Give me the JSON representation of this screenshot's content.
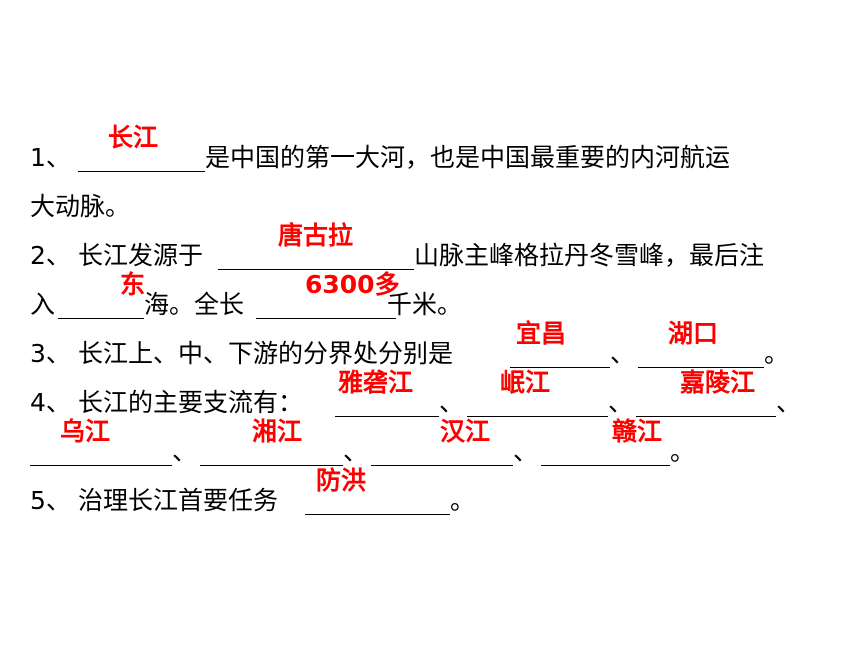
{
  "answer_color": "#ff0000",
  "q1": {
    "num": "1、",
    "text_a": "是中国的第一大河，也是中国最重要的内河航运",
    "text_b": "大动脉。",
    "answer": "长江"
  },
  "q2": {
    "num": "2、",
    "text_a": "长江发源于",
    "text_b": "山脉主峰格拉丹冬雪峰，最后注",
    "answer_mountain": "唐古拉",
    "text_c": "入",
    "text_d": "海。全长",
    "text_e": "千米。",
    "answer_sea": "东",
    "answer_length": "6300多"
  },
  "q3": {
    "num": "3、",
    "text_a": "长江上、中、下游的分界处分别是",
    "sep": "、",
    "end": "。",
    "answer_1": "宜昌",
    "answer_2": "湖口"
  },
  "q4": {
    "num": "4、",
    "text_a": "长江的主要支流有：",
    "sep": "、",
    "end": "。",
    "answers": [
      "雅砻江",
      "岷江",
      "嘉陵江",
      "乌江",
      "湘江",
      "汉江",
      "赣江"
    ]
  },
  "q5": {
    "num": "5、",
    "text_a": "治理长江首要任务",
    "end": "。",
    "answer": "防洪"
  }
}
